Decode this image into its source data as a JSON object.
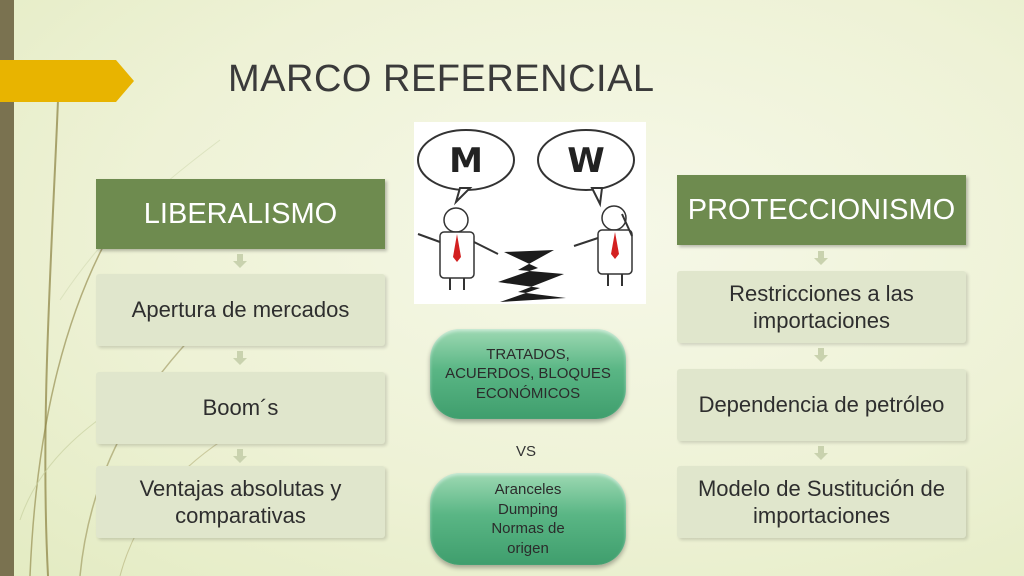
{
  "slide": {
    "title": "MARCO REFERENCIAL"
  },
  "left_column": {
    "header": "LIBERALISMO",
    "items": [
      "Apertura de mercados",
      "Boom´s",
      "Ventajas absolutas y comparativas"
    ]
  },
  "right_column": {
    "header": "PROTECCIONISMO",
    "items": [
      "Restricciones a las importaciones",
      "Dependencia de petróleo",
      "Modelo de Sustitución de importaciones"
    ]
  },
  "center": {
    "pill_top": "TRATADOS, ACUERDOS, BLOQUES ECONÓMICOS",
    "vs": "VS",
    "pill_bottom": "Aranceles Dumping Normas de origen"
  },
  "illustration": {
    "bubble_left": "M",
    "bubble_right": "W"
  },
  "colors": {
    "header_green": "#6e8b4f",
    "item_bg": "#e0e6cc",
    "pill_green": "#5ab685",
    "accent_yellow": "#e8b400",
    "left_bar": "#7a7250"
  }
}
